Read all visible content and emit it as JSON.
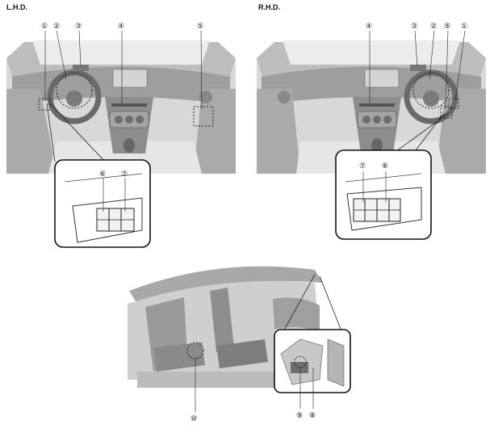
{
  "panels": {
    "lhd": {
      "title": "L.H.D.",
      "callouts": [
        "①",
        "②",
        "③",
        "④",
        "⑤",
        "⑥",
        "⑦"
      ]
    },
    "rhd": {
      "title": "R.H.D.",
      "callouts": [
        "④",
        "③",
        "②",
        "⑤",
        "①",
        "⑦",
        "⑥"
      ]
    },
    "side": {
      "callouts": [
        "⑩",
        "⑨",
        "⑧"
      ]
    }
  },
  "colors": {
    "interior": "#b8b8b8",
    "interior_dark": "#8e8e8e",
    "floor": "#dcdcdc",
    "line": "#222222"
  }
}
